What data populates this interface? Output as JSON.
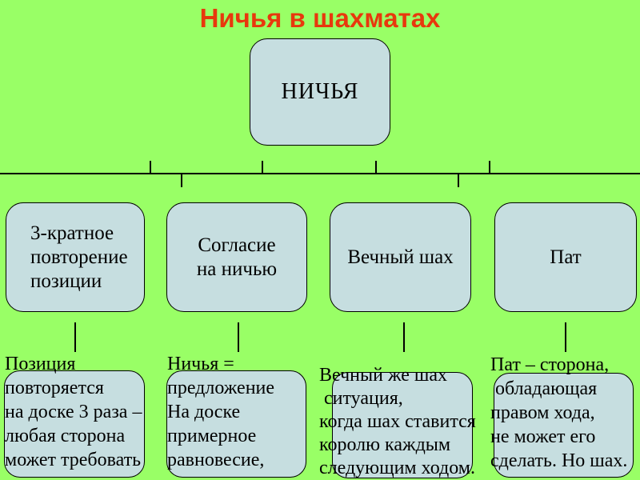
{
  "slide": {
    "title": "Ничья в шахматах",
    "colors": {
      "background": "#99FF66",
      "box_fill": "#C6DEE0",
      "box_border": "#000000",
      "title": "#E8380D",
      "text": "#000000",
      "connector": "#000000"
    },
    "root_box": {
      "label": "НИЧЬЯ"
    },
    "branches": [
      {
        "box": "3-кратное\nповторение\nпозиции",
        "note": "Позиция\nповторяется\nна доске 3 раза –\nлюбая сторона\nможет требовать"
      },
      {
        "box": "Согласие\nна ничью",
        "note": "Ничья =\nпредложение\nНа доске\nпримерное\nравновесие,"
      },
      {
        "box": "Вечный шах",
        "note": "Вечный же шах\n ситуация,\nкогда шах ставится\nкоролю каждым\nследующим ходом."
      },
      {
        "box": "Пат",
        "note": "Пат – сторона,\n обладающая\nправом хода,\nне может его\nсделать. Но шах."
      }
    ]
  }
}
